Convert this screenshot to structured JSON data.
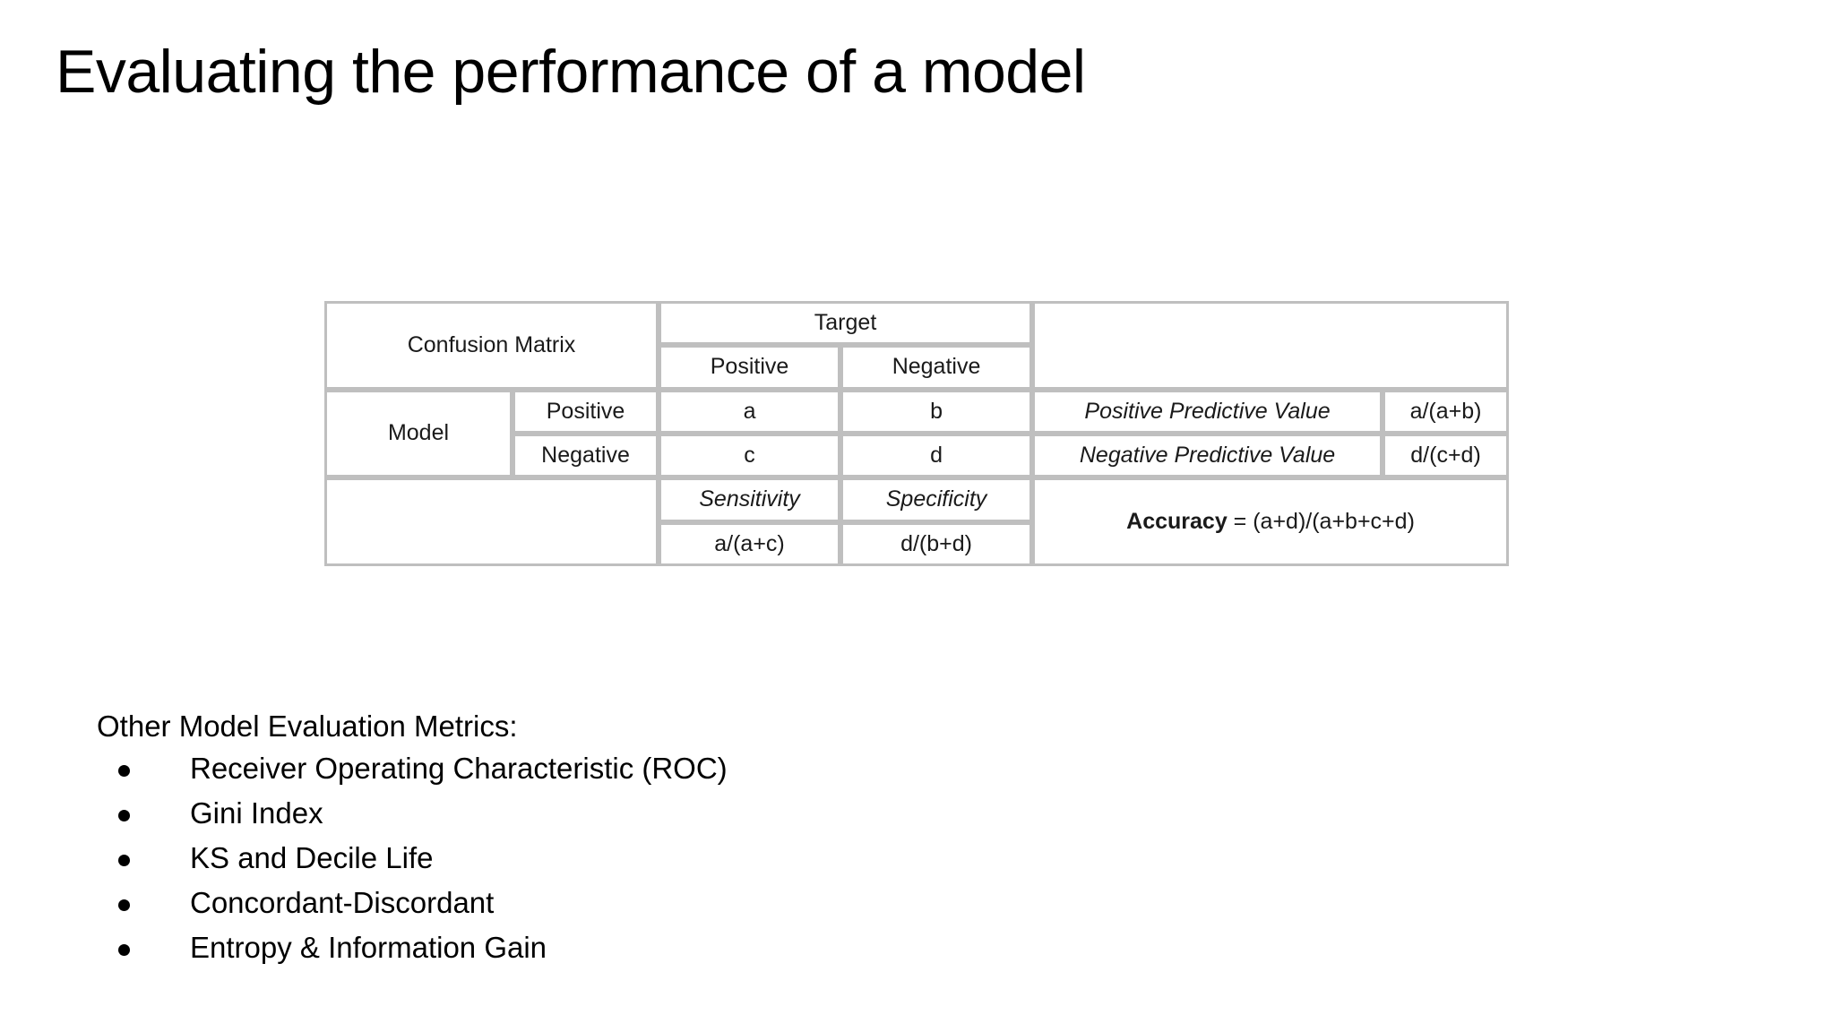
{
  "slide": {
    "title": "Evaluating the performance of a model",
    "background_color": "#ffffff"
  },
  "colors": {
    "header_fill": "#e7ecf3",
    "highlight_fill": "#fcfbd2",
    "cell_border": "#bfbfbf",
    "text": "#000000"
  },
  "confusion_matrix": {
    "corner_label": "Confusion Matrix",
    "target_label": "Target",
    "target_columns": [
      "Positive",
      "Negative"
    ],
    "model_label": "Model",
    "model_rows": [
      "Positive",
      "Negative"
    ],
    "cells": {
      "a": "a",
      "b": "b",
      "c": "c",
      "d": "d"
    },
    "right_metrics": [
      {
        "name": "Positive Predictive Value",
        "formula": "a/(a+b)"
      },
      {
        "name": "Negative Predictive Value",
        "formula": "d/(c+d)"
      }
    ],
    "bottom_metrics": [
      {
        "name": "Sensitivity",
        "formula": "a/(a+c)"
      },
      {
        "name": "Specificity",
        "formula": "d/(b+d)"
      }
    ],
    "accuracy": {
      "label": "Accuracy",
      "formula": " = (a+d)/(a+b+c+d)"
    }
  },
  "other_metrics": {
    "heading": "Other Model Evaluation Metrics:",
    "items": [
      "Receiver Operating Characteristic (ROC)",
      "Gini Index",
      "KS and Decile Life",
      "Concordant-Discordant",
      "Entropy & Information Gain"
    ]
  }
}
